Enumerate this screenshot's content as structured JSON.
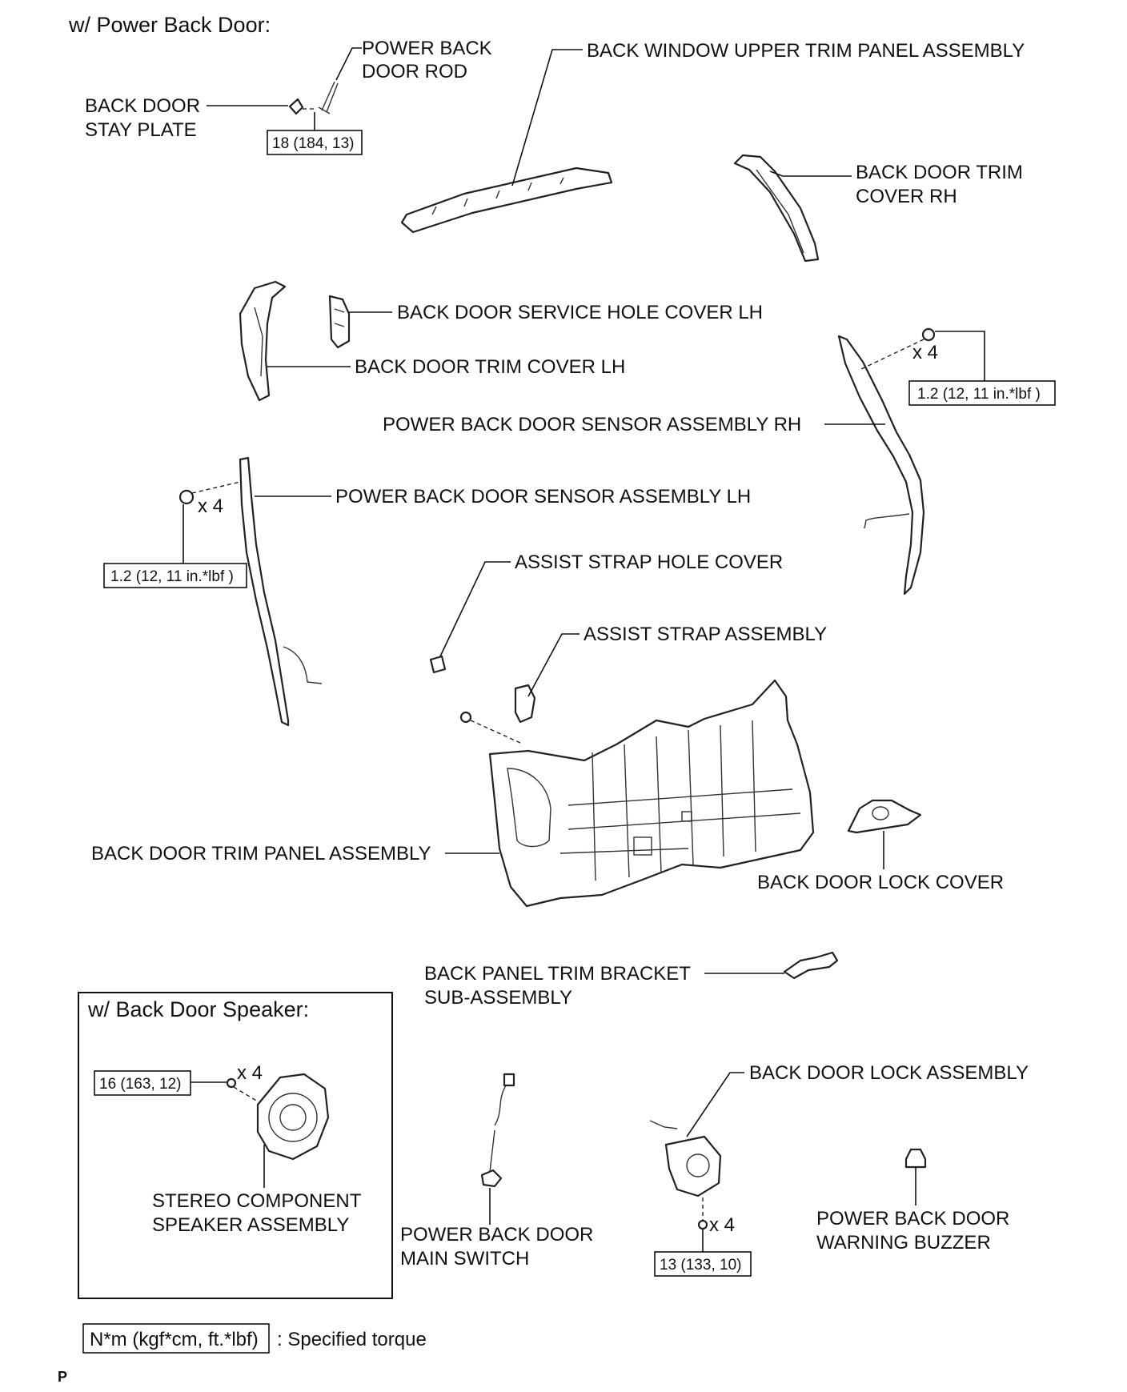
{
  "headings": {
    "main": "w/ Power Back Door:",
    "speaker_section": "w/ Back Door Speaker:"
  },
  "parts": {
    "power_back_door_rod": [
      "POWER BACK",
      "DOOR ROD"
    ],
    "back_door_stay_plate": [
      "BACK DOOR",
      "STAY PLATE"
    ],
    "back_window_upper_trim": [
      "BACK WINDOW UPPER TRIM PANEL ASSEMBLY"
    ],
    "trim_cover_rh": [
      "BACK DOOR TRIM",
      "COVER RH"
    ],
    "service_hole_cover_lh": [
      "BACK DOOR SERVICE HOLE COVER LH"
    ],
    "trim_cover_lh": [
      "BACK DOOR TRIM COVER LH"
    ],
    "sensor_rh": [
      "POWER BACK DOOR SENSOR ASSEMBLY RH"
    ],
    "sensor_lh": [
      "POWER BACK DOOR SENSOR ASSEMBLY LH"
    ],
    "assist_strap_hole_cover": [
      "ASSIST STRAP HOLE COVER"
    ],
    "assist_strap_assembly": [
      "ASSIST STRAP ASSEMBLY"
    ],
    "trim_panel_assembly": [
      "BACK DOOR TRIM PANEL ASSEMBLY"
    ],
    "lock_cover": [
      "BACK DOOR LOCK COVER"
    ],
    "trim_bracket": [
      "BACK PANEL TRIM BRACKET",
      "SUB-ASSEMBLY"
    ],
    "lock_assembly": [
      "BACK DOOR LOCK ASSEMBLY"
    ],
    "main_switch": [
      "POWER BACK DOOR",
      "MAIN SWITCH"
    ],
    "warning_buzzer": [
      "POWER BACK DOOR",
      "WARNING BUZZER"
    ],
    "speaker_assembly": [
      "STEREO COMPONENT",
      "SPEAKER ASSEMBLY"
    ]
  },
  "torques": {
    "stay_plate": "18 (184, 13)",
    "sensor_rh": "1.2 (12, 11 in.*lbf )",
    "sensor_lh": "1.2 (12, 11 in.*lbf )",
    "speaker": "16 (163, 12)",
    "lock": "13 (133, 10)"
  },
  "quantities": {
    "sensor_rh": "x 4",
    "sensor_lh": "x 4",
    "speaker": "x 4",
    "lock": "x 4"
  },
  "legend": {
    "unit": "N*m (kgf*cm, ft.*lbf)",
    "meaning": ": Specified torque"
  },
  "footer": {
    "code": "P"
  }
}
